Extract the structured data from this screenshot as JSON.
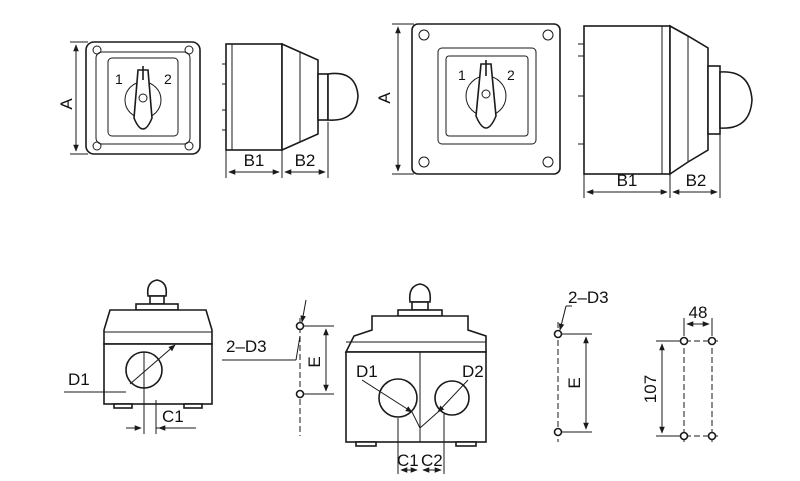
{
  "labels": {
    "a": "A",
    "b1": "B1",
    "b2": "B2",
    "pos1": "1",
    "pos2": "2",
    "d1": "D1",
    "d2": "D2",
    "c1": "C1",
    "c2": "C2",
    "d3": "2–D3",
    "e": "E",
    "w48": "48",
    "h107": "107"
  }
}
